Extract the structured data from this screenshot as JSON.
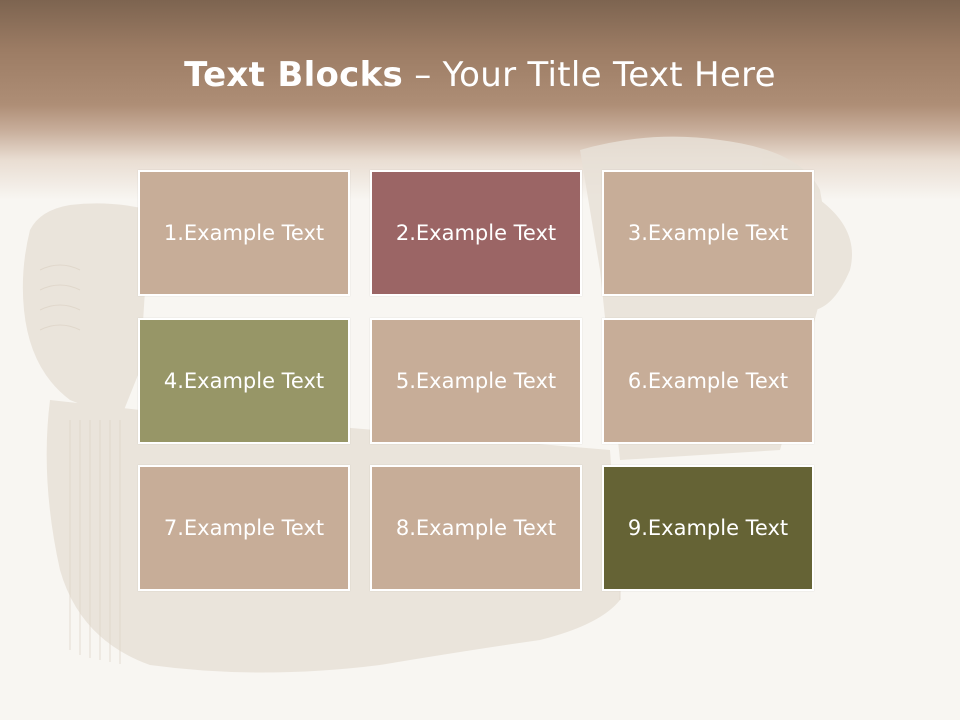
{
  "slide": {
    "title_bold": "Text Blocks",
    "title_dash": " – ",
    "title_rest": "Your Title Text Here"
  },
  "blocks": [
    {
      "label": "1.Example Text",
      "color": "#c7ad98"
    },
    {
      "label": "2.Example Text",
      "color": "#9b6565"
    },
    {
      "label": "3.Example Text",
      "color": "#c7ad98"
    },
    {
      "label": "4.Example Text",
      "color": "#979667"
    },
    {
      "label": "5.Example Text",
      "color": "#c7ad98"
    },
    {
      "label": "6.Example Text",
      "color": "#c7ad98"
    },
    {
      "label": "7.Example Text",
      "color": "#c7ad98"
    },
    {
      "label": "8.Example Text",
      "color": "#c7ad98"
    },
    {
      "label": "9.Example Text",
      "color": "#656335"
    }
  ],
  "colors": {
    "header_dark": "#7d6450",
    "header_mid": "#ae8e76",
    "background": "#f8f6f2",
    "knit": "#e6ded3"
  }
}
